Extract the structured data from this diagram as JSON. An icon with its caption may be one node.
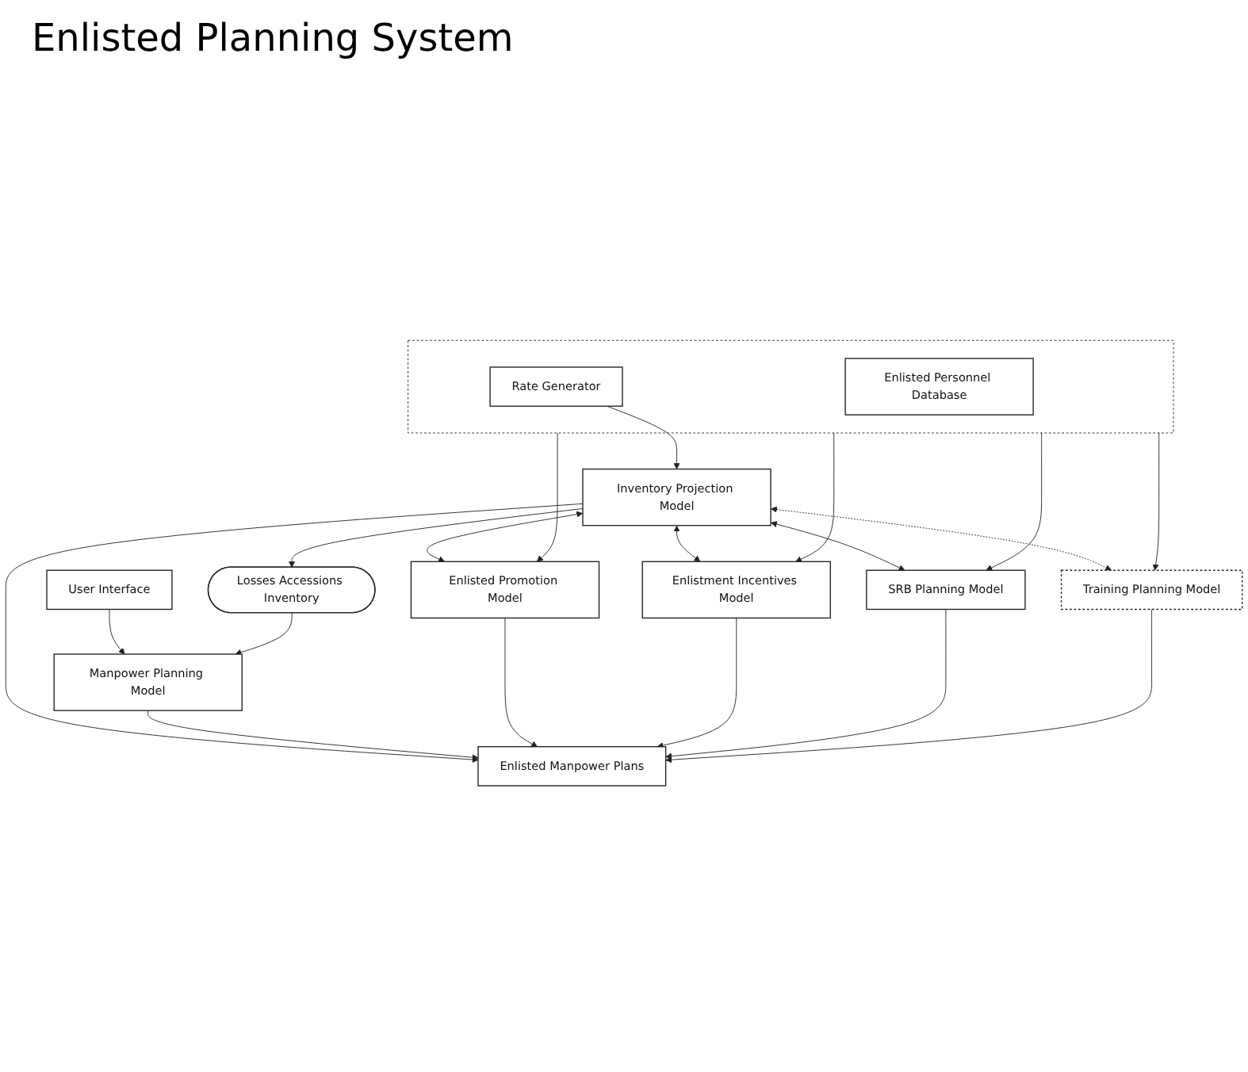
{
  "diagram": {
    "title": "Enlisted Planning System",
    "nodes": [
      {
        "text": [],
        "shape": "box"
      },
      {
        "text": [
          "Enlisted Personnel Database"
        ],
        "in": 0
      },
      {
        "text": [
          "Rate Generator"
        ],
        "in": 0
      },
      {
        "text": [
          "User Interface"
        ]
      },
      {
        "text": [
          "Enlisted Promotion Model"
        ]
      },
      {
        "text": [
          "Enlistment Incentives Model"
        ]
      },
      {
        "text": [
          "SRB Planning Model"
        ]
      },
      {
        "text": [
          "Training Planning Model"
        ]
      },
      {
        "text": [
          "Inventory Projection Model"
        ]
      },
      {
        "text": [
          "Losses Accessions Inventory"
        ]
      },
      {
        "text": [
          "Manpower Planning Model"
        ]
      },
      {
        "text": [
          "Enlisted Manpower Plans"
        ]
      }
    ],
    "edges": [
      {
        "from": 0,
        "to": 4,
        "arrow": "to"
      },
      {
        "from": 0,
        "to": 5,
        "arrow": "to"
      },
      {
        "from": 0,
        "to": 6,
        "arrow": "to"
      },
      {
        "from": 0,
        "to": 7,
        "arrow": "to"
      },
      {
        "from": 2,
        "to": 8,
        "arrow": "to"
      },
      {
        "from": 3,
        "to": 10,
        "arrow": "to"
      },
      {
        "from": 8,
        "to": 4,
        "arrow": "both"
      },
      {
        "from": 8,
        "to": 5,
        "arrow": "both"
      },
      {
        "from": 8,
        "to": 6,
        "arrow": "both"
      },
      {
        "from": 8,
        "to": 7,
        "arrow": "both",
        "style": "dashed"
      },
      {
        "from": 8,
        "to": 9,
        "arrow": "to"
      },
      {
        "from": 9,
        "to": 10,
        "arrow": "to"
      },
      {
        "from": 8,
        "to": 11,
        "arrow": "to"
      },
      {
        "from": 10,
        "to": 11,
        "arrow": "to"
      },
      {
        "from": 4,
        "to": 11,
        "arrow": "to"
      },
      {
        "from": 5,
        "to": 11,
        "arrow": "to"
      },
      {
        "from": 6,
        "to": 11,
        "arrow": "to"
      },
      {
        "from": 7,
        "to": 11,
        "arrow": "to"
      }
    ]
  }
}
